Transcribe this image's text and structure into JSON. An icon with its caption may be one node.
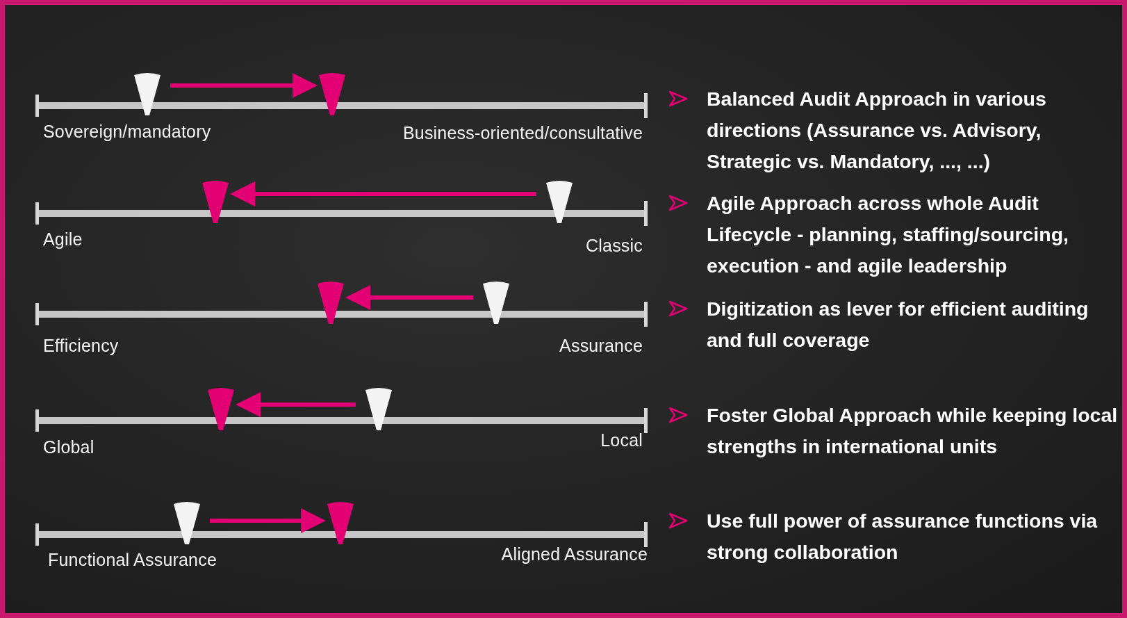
{
  "diagram": {
    "nodes": [
      {
        "text": [],
        "shape": "triangle"
      },
      {
        "text": [],
        "shape": "triangle"
      },
      {
        "text": [],
        "shape": "triangle"
      },
      {
        "text": [],
        "shape": "triangle"
      },
      {
        "text": [],
        "shape": "triangle"
      },
      {
        "text": [],
        "shape": "triangle"
      },
      {
        "text": [],
        "shape": "triangle"
      },
      {
        "text": [],
        "shape": "triangle"
      },
      {
        "text": [],
        "shape": "triangle"
      },
      {
        "text": [],
        "shape": "triangle"
      }
    ],
    "edges": [
      {
        "from": 0,
        "to": 1,
        "arrow": "to"
      },
      {
        "from": 3,
        "to": 2,
        "arrow": "to"
      },
      {
        "from": 5,
        "to": 4,
        "arrow": "to"
      },
      {
        "from": 7,
        "to": 6,
        "arrow": "to"
      },
      {
        "from": 8,
        "to": 9,
        "arrow": "to"
      }
    ],
    "labels": [
      "Sovereign/mandatory",
      "Business-oriented/consultative",
      "Balanced Audit Approach in various directions (Assurance vs. Advisory, Strategic vs. Mandatory, ..., ...)",
      "Agile",
      "Classic",
      "Agile Approach across whole Audit Lifecycle - planning, staffing/sourcing, execution - and agile leadership",
      "Efficiency",
      "Assurance",
      "Digitization as lever for efficient auditing and full coverage",
      "Global",
      "Local",
      "Foster Global Approach while keeping local strengths in international units",
      "Functional Assurance",
      "Aligned Assurance",
      "Use full power of assurance functions via strong collaboration"
    ]
  }
}
